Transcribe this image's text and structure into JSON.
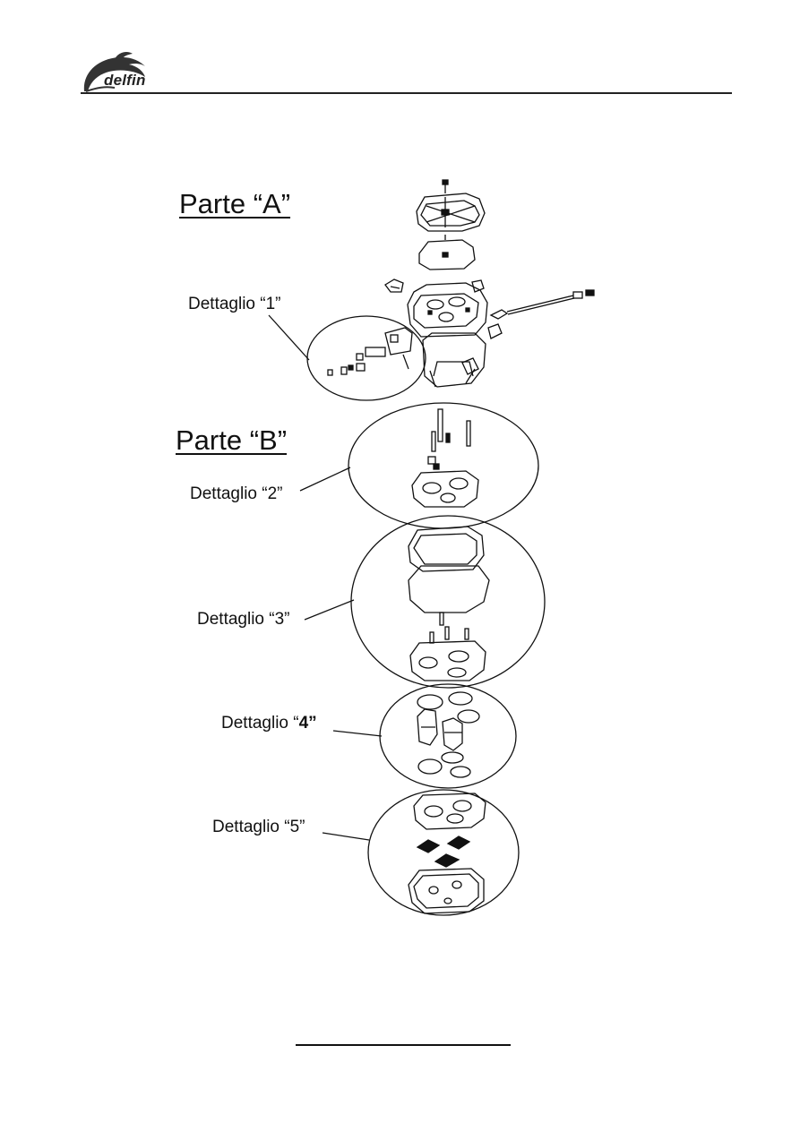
{
  "header": {
    "brand": "delfin"
  },
  "parts": {
    "a_title": "Parte “A”",
    "b_title": "Parte “B”"
  },
  "details": {
    "d1": "Dettaglio “1”",
    "d2": "Dettaglio “2”",
    "d3": "Dettaglio “3”",
    "d4_prefix": "Dettaglio “",
    "d4_num": "4”",
    "d5": "Dettaglio “5”"
  },
  "colors": {
    "ink": "#111111",
    "logo": "#333333"
  }
}
